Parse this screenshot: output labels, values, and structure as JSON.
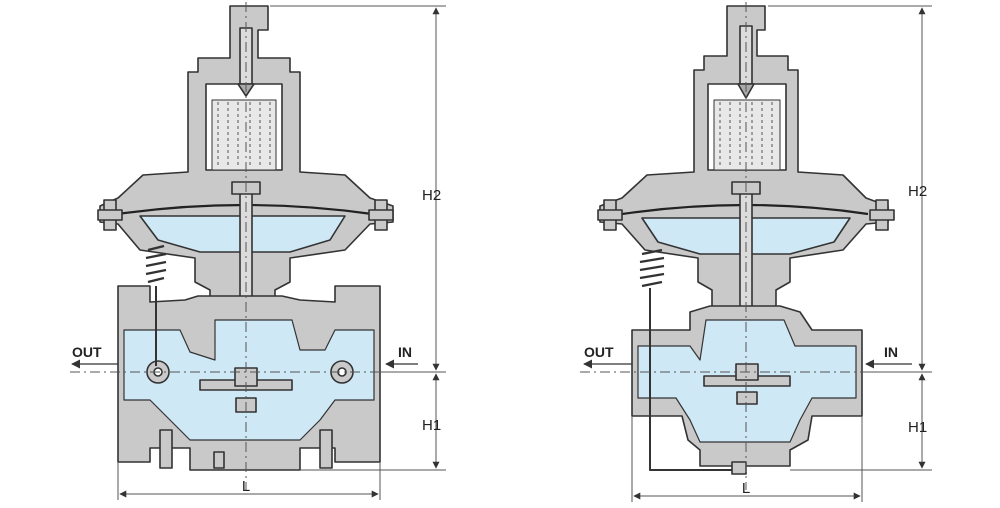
{
  "colors": {
    "body_metal": "#c9c9c9",
    "fluid": "#cfe8f6",
    "outline": "#333333",
    "dim_line": "#555555"
  },
  "valve_left": {
    "label_in": "IN",
    "label_out": "OUT",
    "dim_l": "L",
    "dim_h1": "H1",
    "dim_h2": "H2"
  },
  "valve_right": {
    "label_in": "IN",
    "label_out": "OUT",
    "dim_l": "L",
    "dim_h1": "H1",
    "dim_h2": "H2"
  }
}
